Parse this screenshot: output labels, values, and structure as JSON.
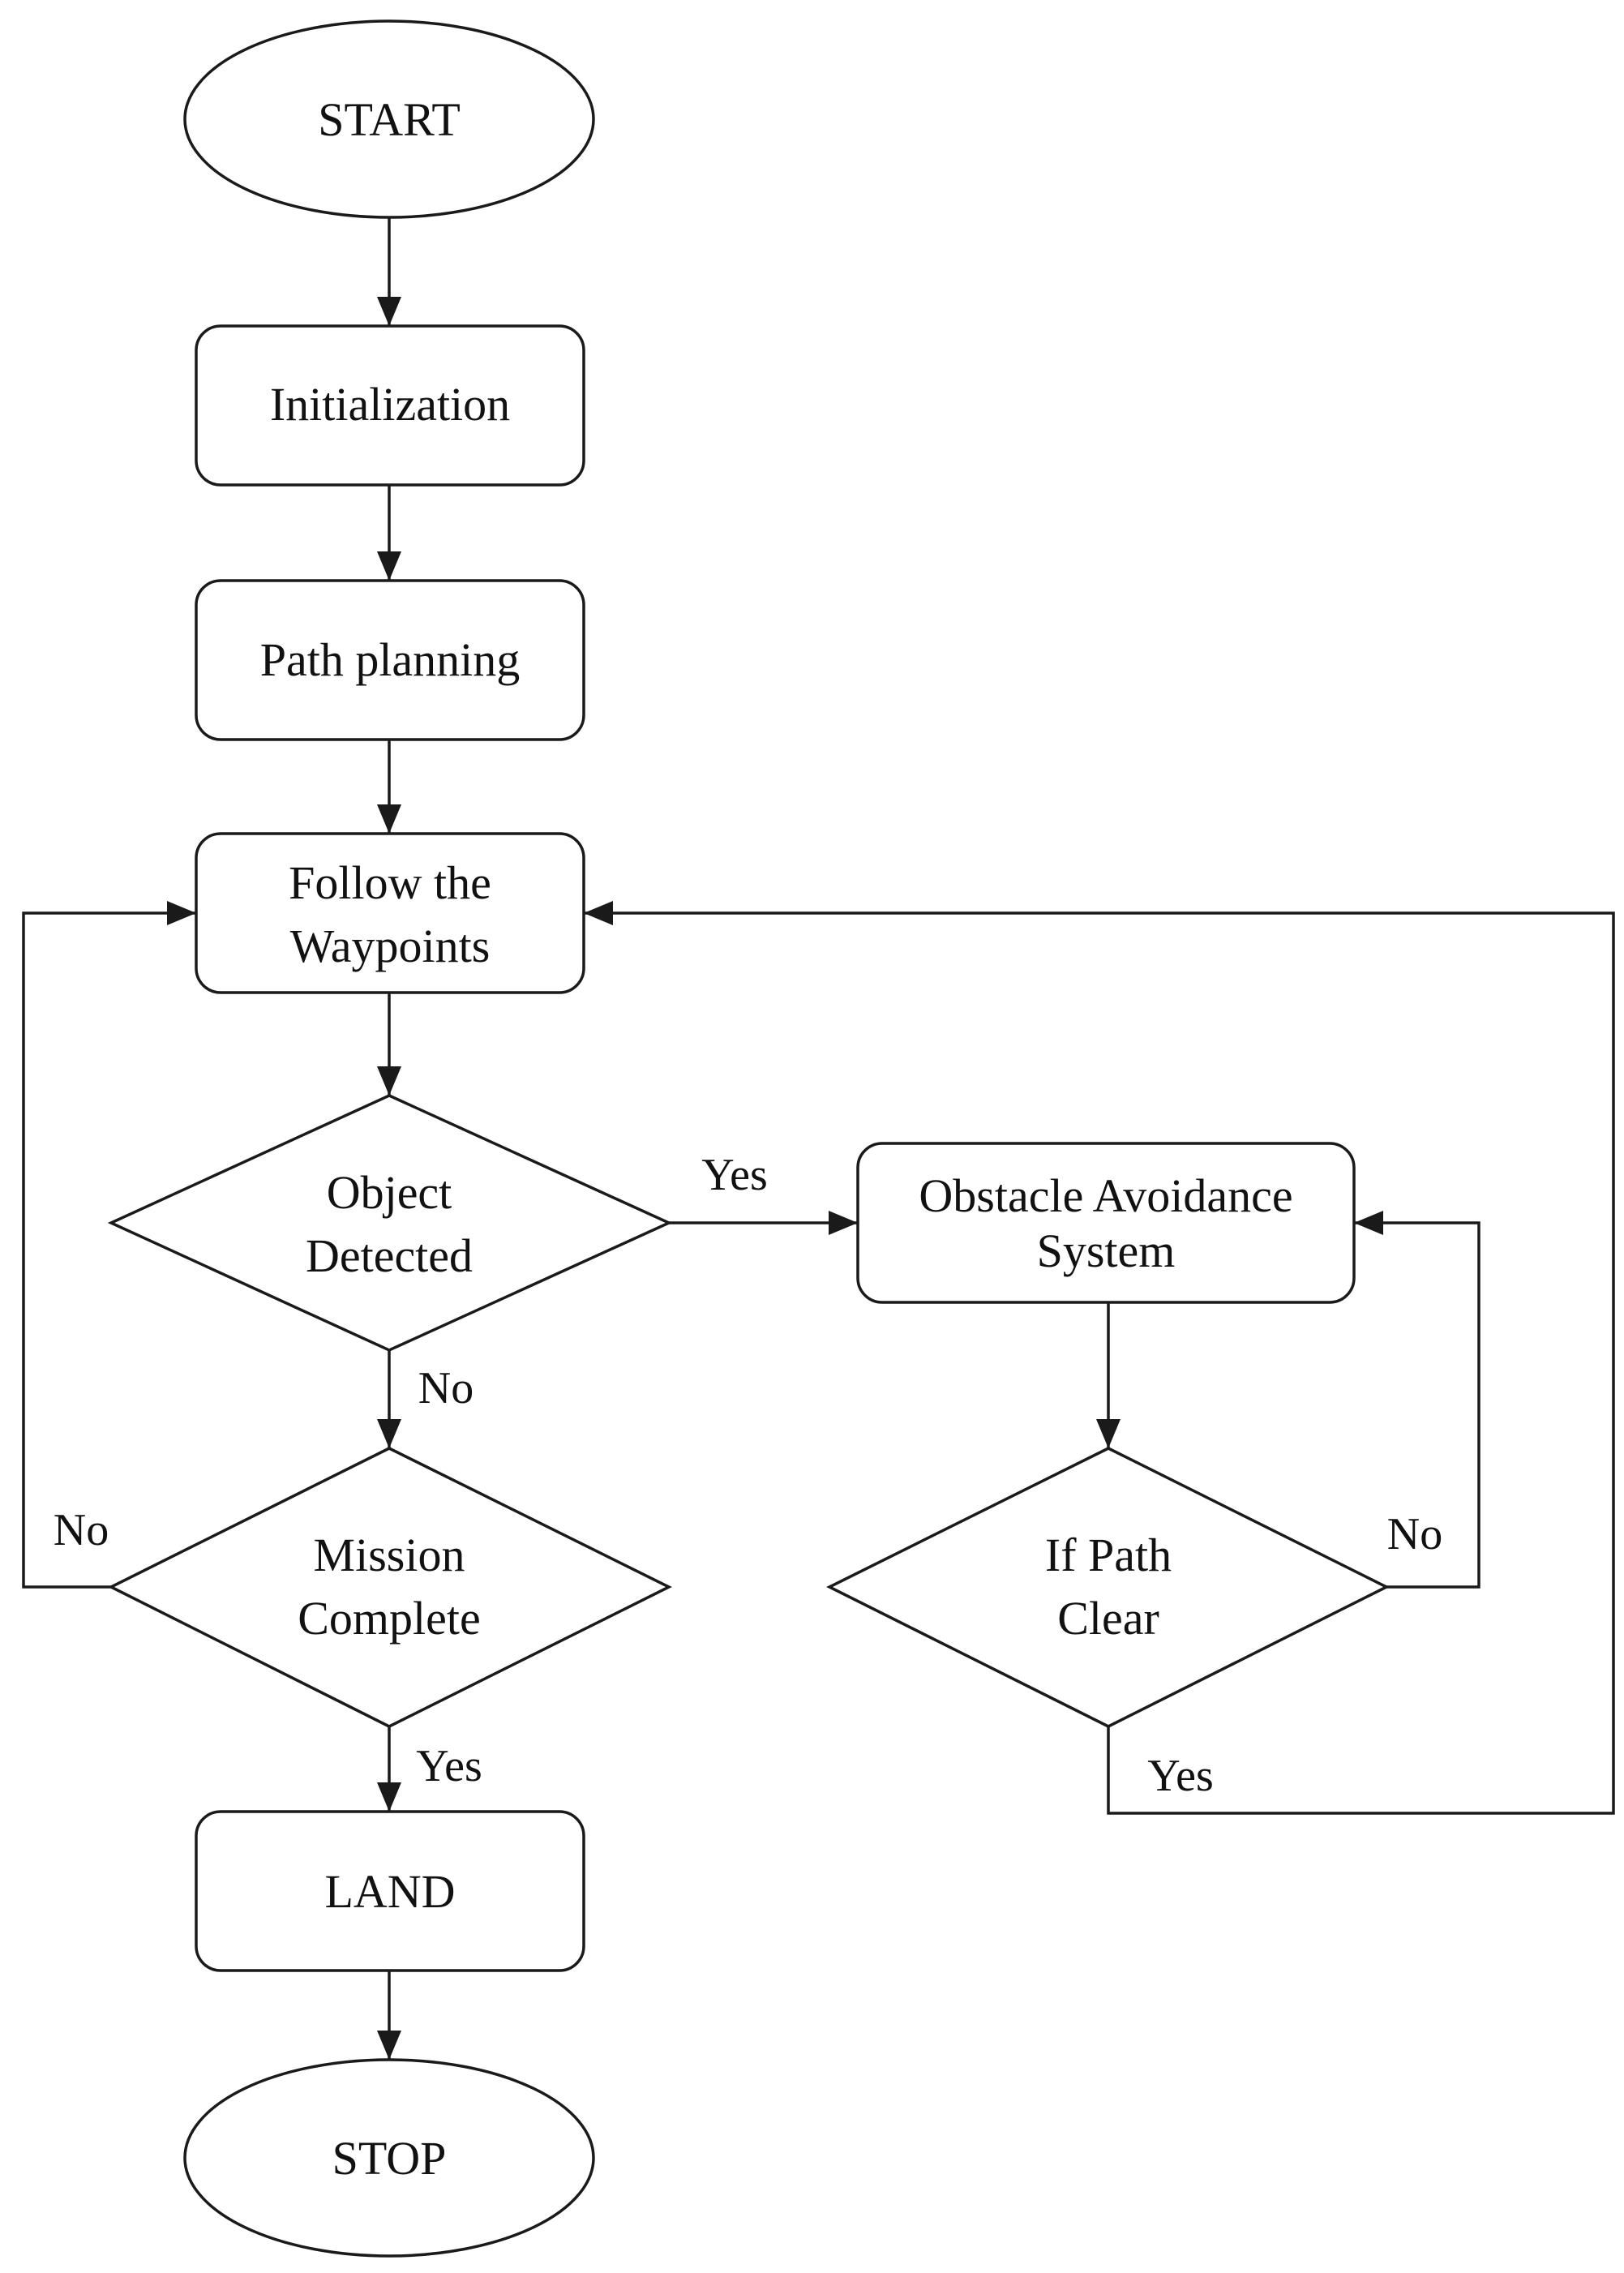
{
  "nodes": {
    "start": {
      "label": "START",
      "shape": "ellipse"
    },
    "initialization": {
      "label": "Initialization",
      "shape": "rounded-rectangle"
    },
    "path_planning": {
      "label": "Path planning",
      "shape": "rounded-rectangle"
    },
    "follow_waypoints": {
      "label_line1": "Follow the",
      "label_line2": "Waypoints",
      "shape": "rounded-rectangle"
    },
    "object_detected": {
      "label_line1": "Object",
      "label_line2": "Detected",
      "shape": "diamond"
    },
    "obstacle_avoidance": {
      "label_line1": "Obstacle Avoidance",
      "label_line2": "System",
      "shape": "rounded-rectangle"
    },
    "mission_complete": {
      "label_line1": "Mission",
      "label_line2": "Complete",
      "shape": "diamond"
    },
    "if_path_clear": {
      "label_line1": "If Path",
      "label_line2": "Clear",
      "shape": "diamond"
    },
    "land": {
      "label": "LAND",
      "shape": "rounded-rectangle"
    },
    "stop": {
      "label": "STOP",
      "shape": "ellipse"
    }
  },
  "edges": {
    "object_detected_yes": "Yes",
    "object_detected_no": "No",
    "mission_complete_no": "No",
    "mission_complete_yes": "Yes",
    "path_clear_no": "No",
    "path_clear_yes": "Yes"
  },
  "colors": {
    "stroke": "#1a1a1a",
    "fill": "#ffffff",
    "text": "#111111"
  }
}
